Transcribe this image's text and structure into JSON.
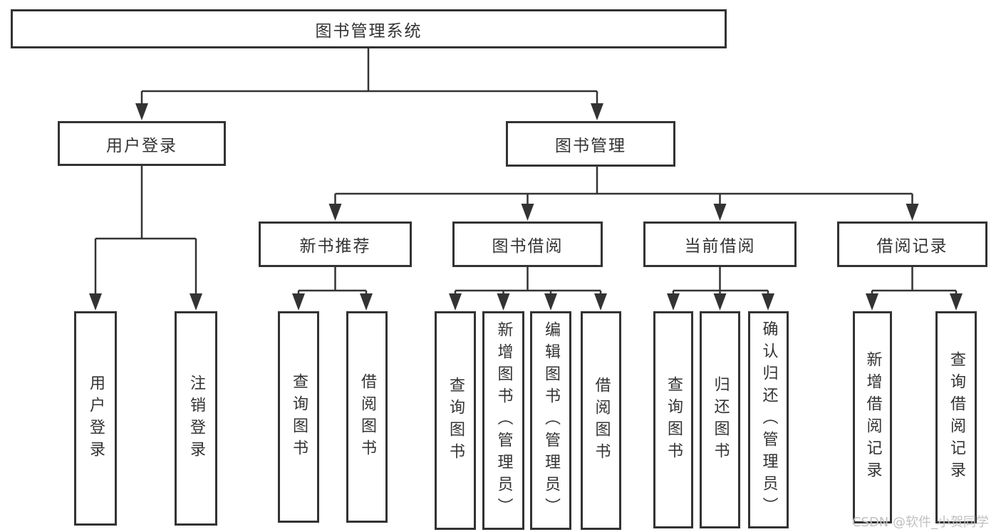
{
  "colors": {
    "line": "#333333",
    "box_border": "#333333",
    "box_fill": "#ffffff",
    "label_text": "#333333",
    "watermark_text": "#c0c0c0"
  },
  "tree": {
    "label": "图书管理系统",
    "children": [
      {
        "label": "用户登录",
        "children": [
          {
            "label": "用户登录"
          },
          {
            "label": "注销登录"
          }
        ]
      },
      {
        "label": "图书管理",
        "children": [
          {
            "label": "新书推荐",
            "children": [
              {
                "label": "查询图书"
              },
              {
                "label": "借阅图书"
              }
            ]
          },
          {
            "label": "图书借阅",
            "children": [
              {
                "label": "查询图书"
              },
              {
                "label": "新增图书（管理员）"
              },
              {
                "label": "编辑图书（管理员）"
              },
              {
                "label": "借阅图书"
              }
            ]
          },
          {
            "label": "当前借阅",
            "children": [
              {
                "label": "查询图书"
              },
              {
                "label": "归还图书"
              },
              {
                "label": "确认归还（管理员）"
              }
            ]
          },
          {
            "label": "借阅记录",
            "children": [
              {
                "label": "新增借阅记录"
              },
              {
                "label": "查询借阅记录"
              }
            ]
          }
        ]
      }
    ]
  },
  "watermark": {
    "text": "CSDN @软件_小贺同学"
  }
}
